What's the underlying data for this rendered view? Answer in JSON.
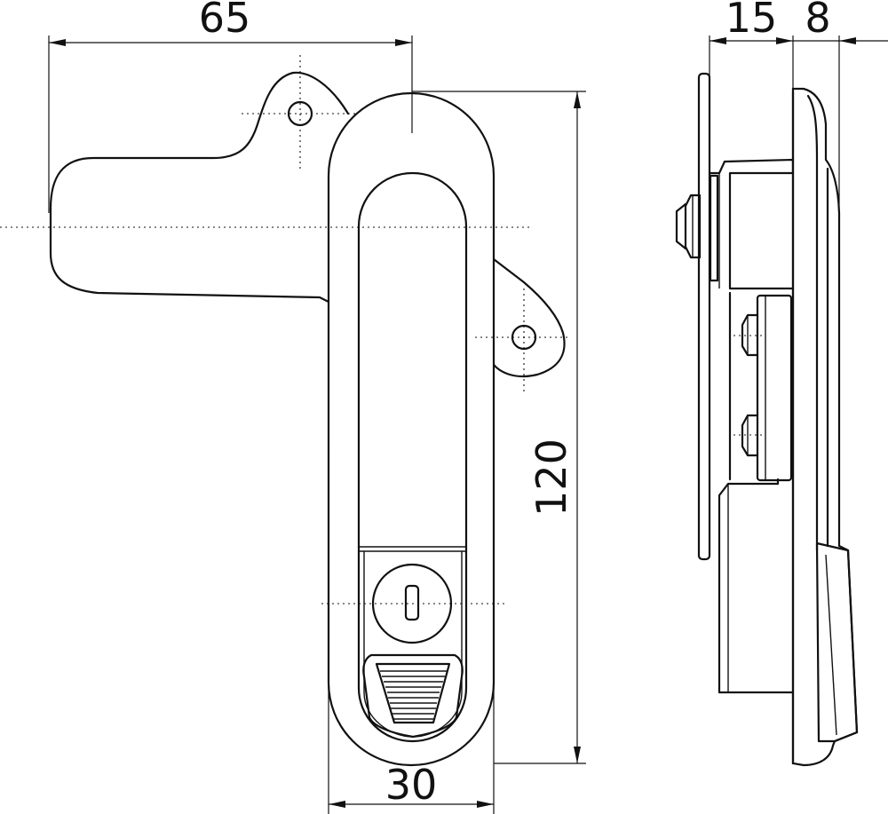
{
  "dimensions": {
    "handle_length": "65",
    "side_depth_a": "15",
    "side_depth_b": "8",
    "overall_height": "120",
    "width": "30"
  }
}
